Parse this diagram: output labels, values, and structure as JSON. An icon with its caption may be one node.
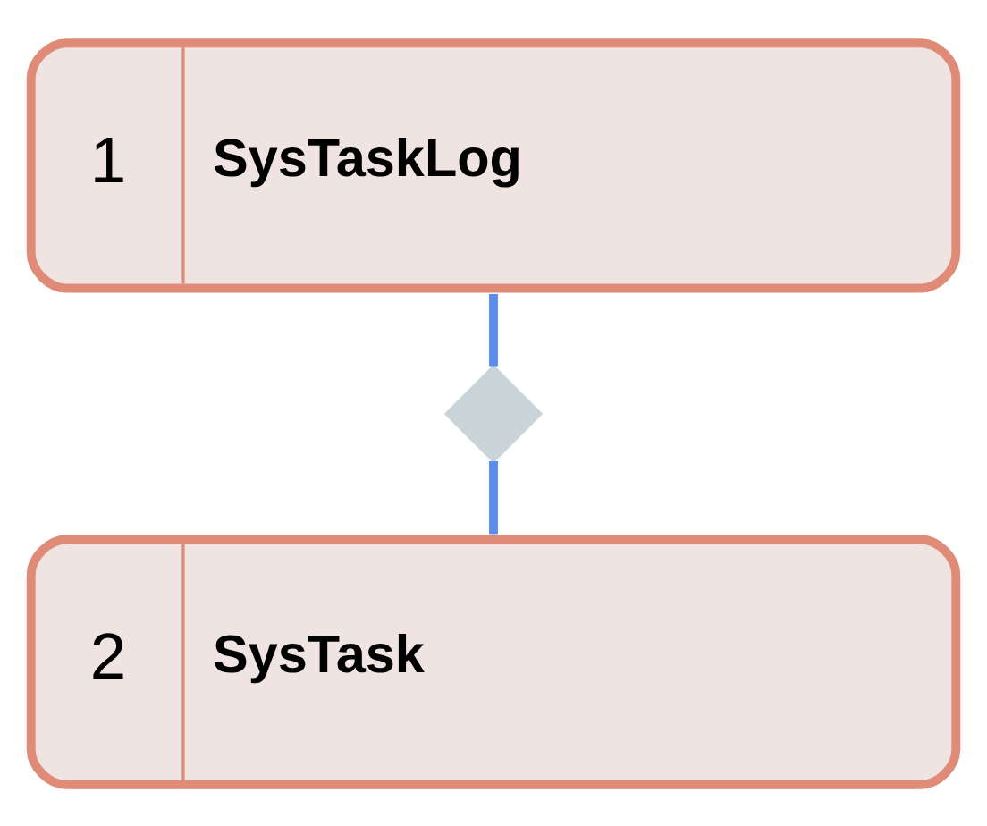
{
  "diagram": {
    "nodes": [
      {
        "text": [
          "1",
          "SysTaskLog"
        ]
      },
      {
        "text": [],
        "shape": "diamond"
      },
      {
        "text": [
          "2",
          "SysTask"
        ]
      }
    ],
    "edges": [
      {
        "from": 0,
        "to": 1,
        "arrow": "none"
      },
      {
        "from": 1,
        "to": 2,
        "arrow": "none"
      }
    ]
  }
}
